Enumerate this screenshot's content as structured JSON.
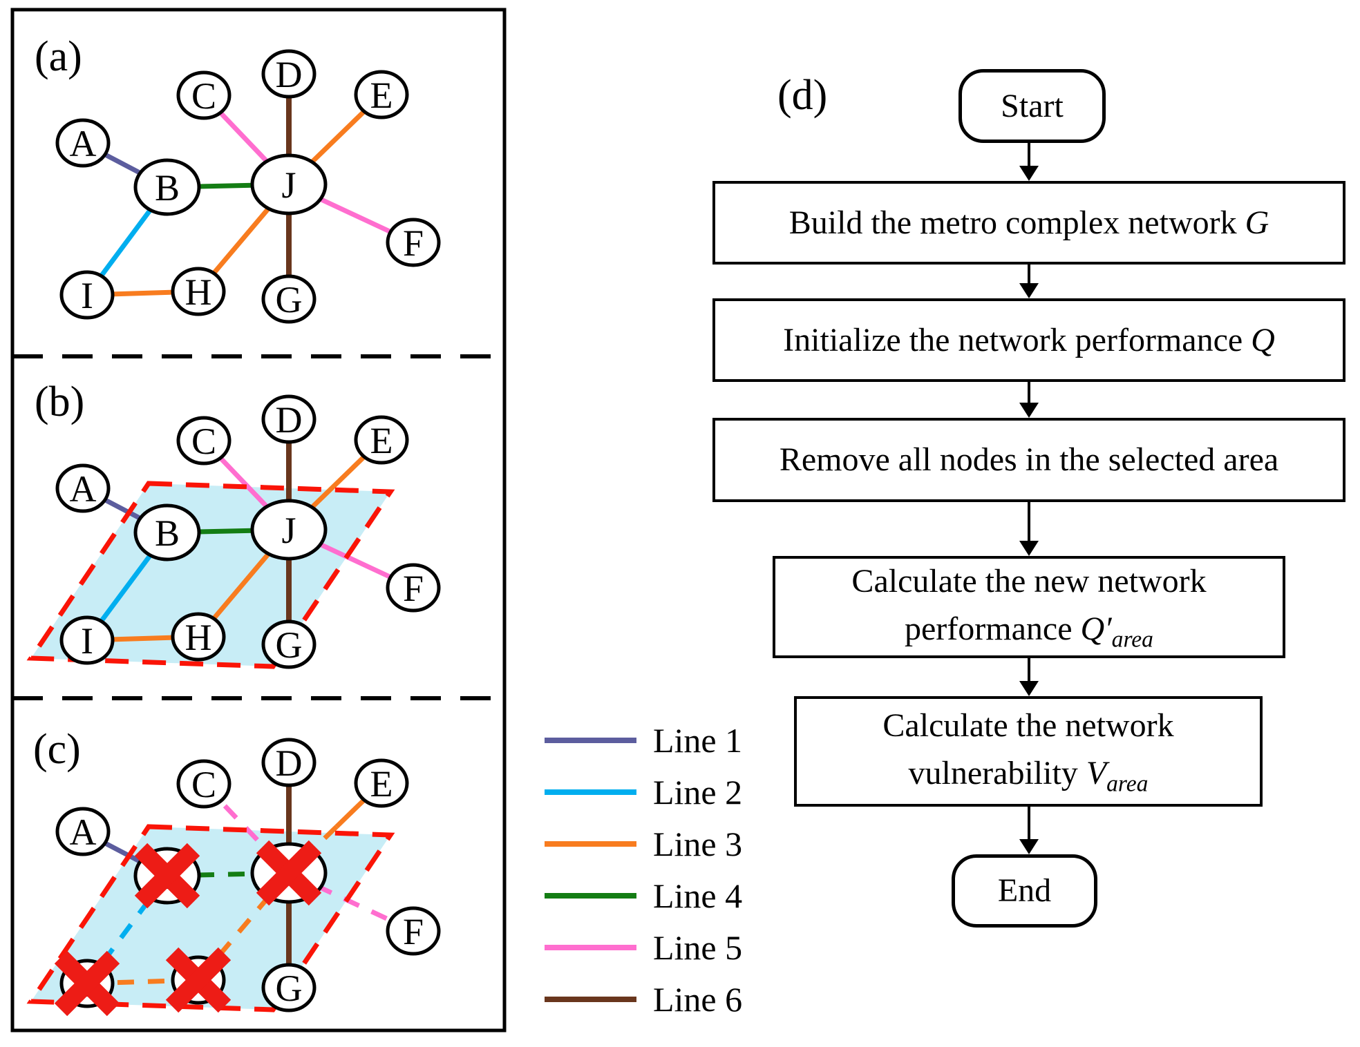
{
  "figure": {
    "panel_a_label": "(a)",
    "panel_b_label": "(b)",
    "panel_c_label": "(c)",
    "panel_d_label": "(d)"
  },
  "network": {
    "nodes": {
      "A": "A",
      "B": "B",
      "C": "C",
      "D": "D",
      "E": "E",
      "F": "F",
      "G": "G",
      "H": "H",
      "I": "I",
      "J": "J"
    },
    "edges": [
      {
        "from": "A",
        "to": "B",
        "line": "Line 1"
      },
      {
        "from": "B",
        "to": "I",
        "line": "Line 2"
      },
      {
        "from": "B",
        "to": "J",
        "line": "Line 4"
      },
      {
        "from": "C",
        "to": "J",
        "line": "Line 5"
      },
      {
        "from": "J",
        "to": "F",
        "line": "Line 5"
      },
      {
        "from": "D",
        "to": "J",
        "line": "Line 6"
      },
      {
        "from": "J",
        "to": "G",
        "line": "Line 6"
      },
      {
        "from": "E",
        "to": "J",
        "line": "Line 3"
      },
      {
        "from": "J",
        "to": "H",
        "line": "Line 3"
      },
      {
        "from": "I",
        "to": "H",
        "line": "Line 3"
      }
    ],
    "removed_nodes": [
      "B",
      "J",
      "H",
      "I"
    ],
    "selected_area": {
      "fill_color": "#c8edf6",
      "border_color": "#fa1407",
      "x_mark_color": "#ed1c16"
    }
  },
  "legend": {
    "items": [
      {
        "label": "Line 1",
        "color": "#5c5d9e"
      },
      {
        "label": "Line 2",
        "color": "#00aeef"
      },
      {
        "label": "Line 3",
        "color": "#f87c1f"
      },
      {
        "label": "Line 4",
        "color": "#147d14"
      },
      {
        "label": "Line 5",
        "color": "#ff6ecf"
      },
      {
        "label": "Line 6",
        "color": "#69361d"
      }
    ]
  },
  "flowchart": {
    "start_label": "Start",
    "end_label": "End",
    "steps": [
      {
        "text": "Build the metro complex network ",
        "symbol": "G"
      },
      {
        "text": "Initialize the network performance ",
        "symbol": "Q"
      },
      {
        "text": "Remove all nodes in the selected area",
        "symbol": ""
      },
      {
        "line1": "Calculate the new network",
        "line2": "performance ",
        "symbol": "Q",
        "prime": "′",
        "subscript": "area"
      },
      {
        "line1": "Calculate the network",
        "line2": "vulnerability ",
        "symbol": "V",
        "prime": "",
        "subscript": "area"
      }
    ]
  }
}
